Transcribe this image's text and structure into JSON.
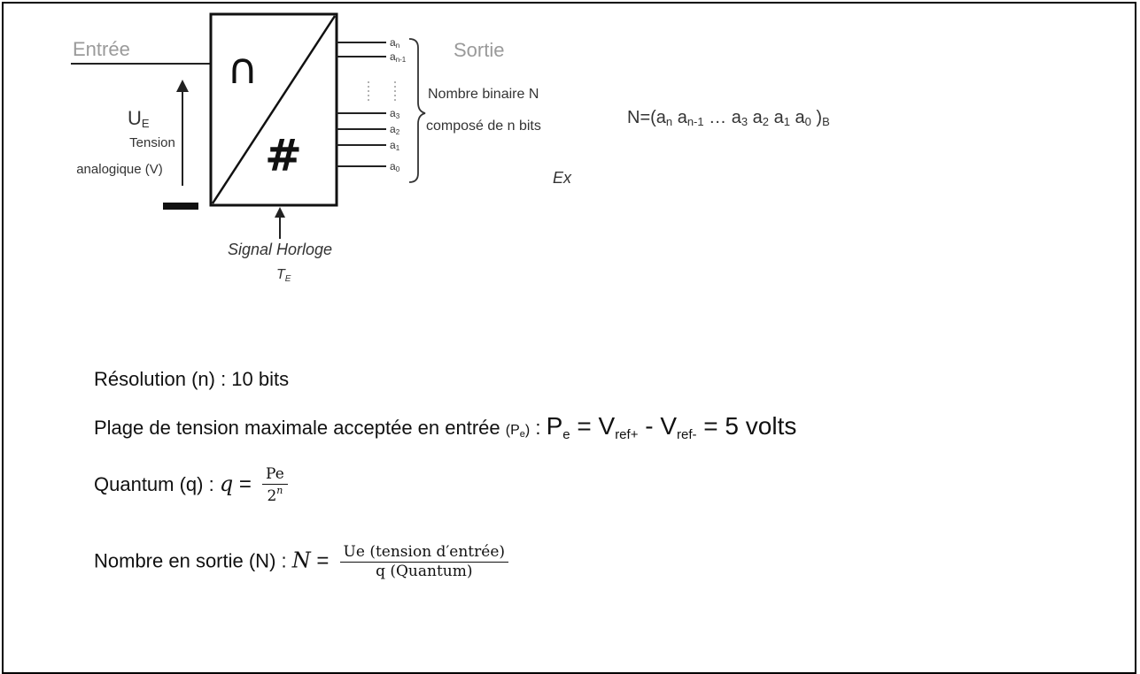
{
  "diagram": {
    "entree": "Entrée",
    "sortie": "Sortie",
    "ue_main": "U",
    "ue_sub": "E",
    "tension": "Tension",
    "analogique": "analogique (V)",
    "analog_symbol": "∩",
    "digital_symbol": "#",
    "bits": [
      {
        "main": "a",
        "sub": "n"
      },
      {
        "main": "a",
        "sub": "n-1"
      },
      {
        "main": "a",
        "sub": "3"
      },
      {
        "main": "a",
        "sub": "2"
      },
      {
        "main": "a",
        "sub": "1"
      },
      {
        "main": "a",
        "sub": "0"
      }
    ],
    "nombre_binaire": "Nombre binaire N",
    "compose_bits": "composé de n bits",
    "ex": "Ex",
    "signal_horloge": "Signal Horloge",
    "te_main": "T",
    "te_sub": "E",
    "formula": {
      "prefix": "N=(a",
      "n_sub": "n",
      "a_n1": " a",
      "n1_sub": "n-1",
      "middle": " … a",
      "s3": "3",
      "a2": " a",
      "s2": "2",
      "a1": " a",
      "s1": "1",
      "a0": " a",
      "s0": "0",
      "close": " )",
      "base": "B"
    }
  },
  "text": {
    "resolution": "Résolution (n) : 10 bits",
    "plage_label": "Plage de tension maximale acceptée en entrée",
    "plage_small": "(P",
    "plage_small_sub": "e",
    "plage_small_close": ")",
    "plage_colon": " : ",
    "pe_main": "P",
    "pe_sub": "e",
    "eq1": " = V",
    "vref_plus": "ref+",
    "minus": " - V",
    "vref_minus": "ref-",
    "result": " = 5 volts",
    "quantum_label": "Quantum (q) : ",
    "q_var": "q",
    "q_eq": " =",
    "q_num": "Pe",
    "q_den_base": "2",
    "q_den_exp": "n",
    "nombre_label": "Nombre en sortie (N) : ",
    "n_var": "N",
    "n_eq": " =",
    "n_num": "Ue (tension d′entrée)",
    "n_den": "q (Quantum)"
  }
}
